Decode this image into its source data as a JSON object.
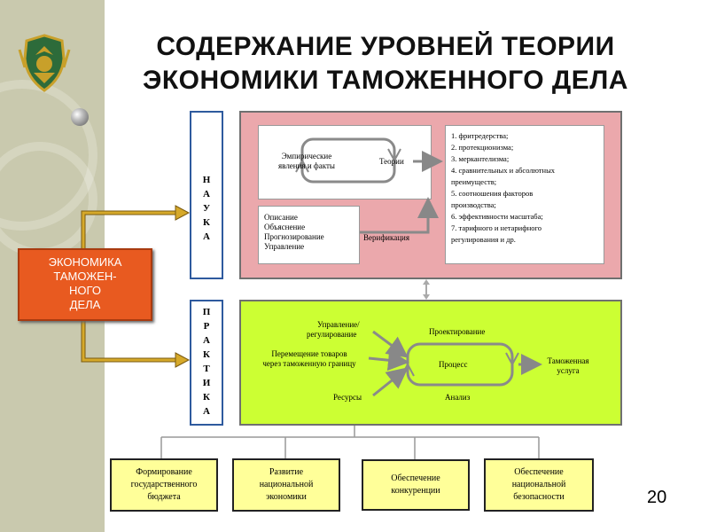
{
  "title": {
    "line1": "СОДЕРЖАНИЕ УРОВНЕЙ ТЕОРИИ",
    "line2": "ЭКОНОМИКИ ТАМОЖЕННОГО ДЕЛА"
  },
  "colors": {
    "science": "#eba8ac",
    "practice": "#ccff33",
    "economics_box": "#e85a20",
    "bottom_boxes": "#ffff99",
    "box_border": "#2e5a9e"
  },
  "economics": {
    "line1": "ЭКОНОМИКА",
    "line2": "ТАМОЖЕН-",
    "line3": "НОГО",
    "line4": "ДЕЛА"
  },
  "levels": {
    "science": [
      "Н",
      "А",
      "У",
      "К",
      "А"
    ],
    "practice": [
      "П",
      "Р",
      "А",
      "К",
      "Т",
      "И",
      "К",
      "А"
    ]
  },
  "science": {
    "empirical_1": "Эмпирические",
    "empirical_2": "явления и факты",
    "theories": "Теории",
    "functions": [
      "Описание",
      "Объяснение",
      "Прогнозирование",
      "Управление"
    ],
    "verification": "Верификация",
    "theory_list": [
      "1. фритредерства;",
      "2. протекционизма;",
      "3. меркантелизма;",
      "4. сравнительных и абсолютных",
      "преимуществ;",
      "5. соотношения факторов",
      "производства;",
      "6. эффективности масштаба;",
      "7. тарифного и нетарифного",
      "регулирования и др."
    ]
  },
  "practice": {
    "management_1": "Управление/",
    "management_2": "регулирование",
    "movement_1": "Перемещение товаров",
    "movement_2": "через таможенную границу",
    "resources": "Ресурсы",
    "design": "Проектирование",
    "process": "Процесс",
    "analysis": "Анализ",
    "service_1": "Таможенная",
    "service_2": "услуга"
  },
  "outcomes": [
    {
      "line1": "Формирование",
      "line2": "государственного",
      "line3": "бюджета"
    },
    {
      "line1": "Развитие",
      "line2": "национальной",
      "line3": "экономики"
    },
    {
      "line1": "Обеспечение",
      "line2": "конкуренции",
      "line3": ""
    },
    {
      "line1": "Обеспечение",
      "line2": "национальной",
      "line3": "безопасности"
    }
  ],
  "page_number": "20"
}
